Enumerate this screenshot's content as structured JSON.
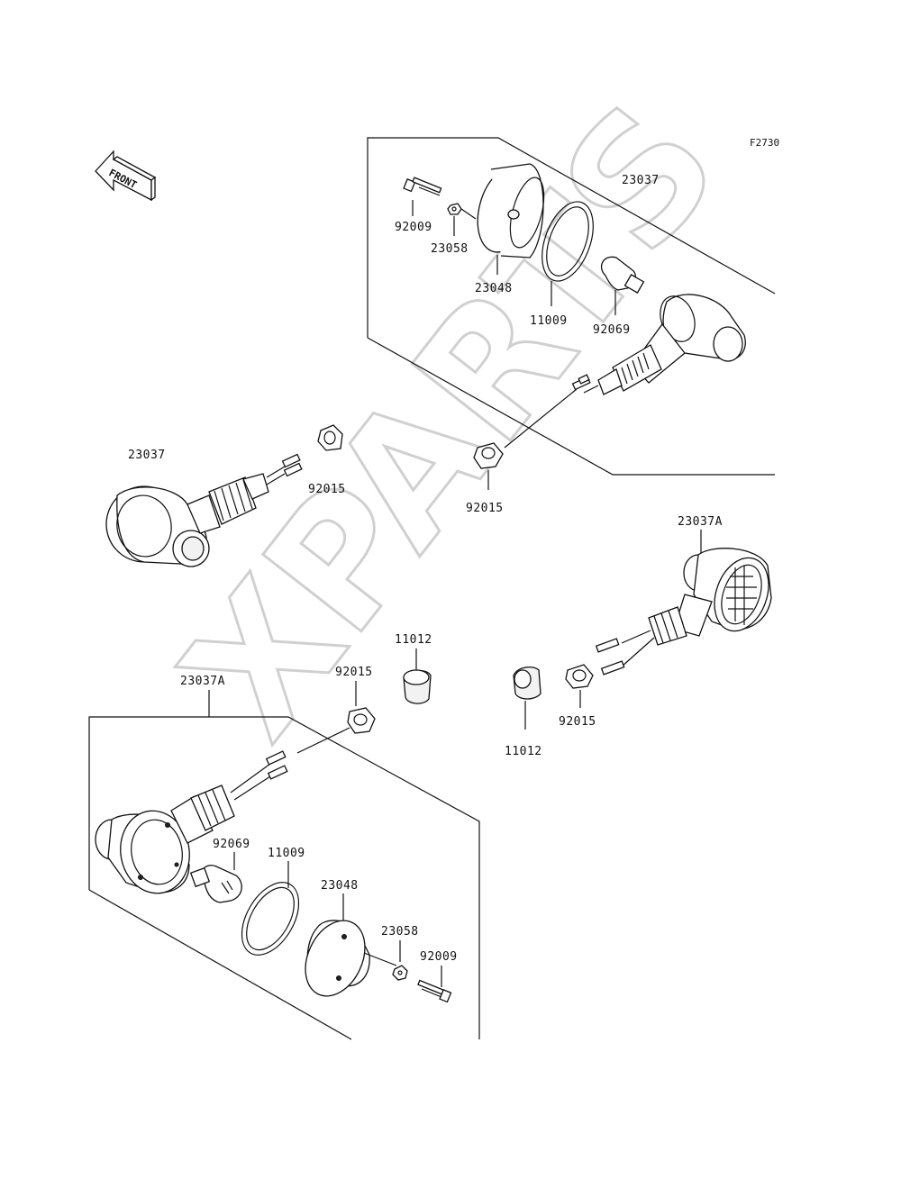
{
  "figure_code": "F2730",
  "orientation_label": "FRONT",
  "watermark": "XPARTS",
  "labels": {
    "top_assembly": "23037",
    "top_bolt": "92009",
    "top_nut": "23058",
    "top_lens": "23048",
    "top_gasket": "11009",
    "top_bulb": "92069",
    "top_grommet": "92015",
    "left_assembly": "23037",
    "left_grommet": "92015",
    "right_assembly": "23037A",
    "right_grommet": "92015",
    "right_spacer": "11012",
    "center_spacer": "11012",
    "center_grommet": "92015",
    "bottom_assembly": "23037A",
    "bottom_bulb": "92069",
    "bottom_gasket": "11009",
    "bottom_lens": "23048",
    "bottom_nut": "23058",
    "bottom_bolt": "92009"
  }
}
